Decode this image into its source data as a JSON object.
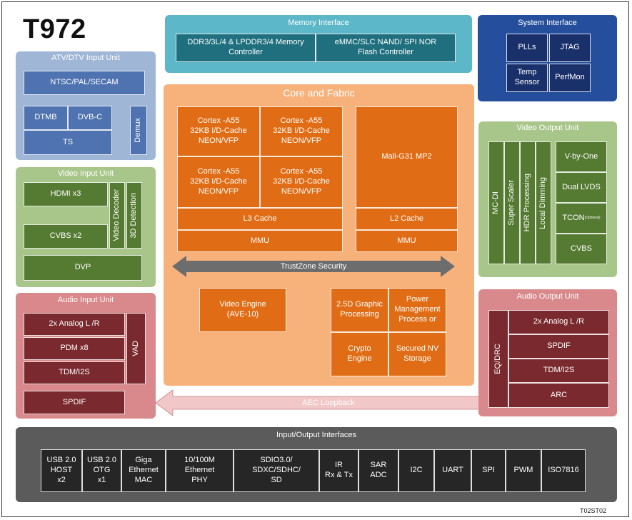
{
  "title": "T972",
  "footer_code": "T02ST02",
  "atv": {
    "title": "ATV/DTV Input Unit",
    "ntsc": "NTSC/PAL/SECAM",
    "dtmb": "DTMB",
    "dvbc": "DVB-C",
    "ts": "TS",
    "demux": "Demux"
  },
  "vin": {
    "title": "Video Input Unit",
    "hdmi": "HDMI x3",
    "cvbs": "CVBS x2",
    "decoder": "Video Decoder",
    "det3d": "3D Detection",
    "dvp": "DVP"
  },
  "ain": {
    "title": "Audio Input Unit",
    "analog": "2x Analog L /R",
    "pdm": "PDM x8",
    "tdm": "TDM/I2S",
    "vad": "VAD",
    "spdif": "SPDIF"
  },
  "mem": {
    "title": "Memory Interface",
    "ddr": "DDR3/3L/4 & LPDDR3/4 Memory\nController",
    "emmc": "eMMC/SLC NAND/ SPI NOR\nFlash Controller"
  },
  "sys": {
    "title": "System Interface",
    "plls": "PLLs",
    "jtag": "JTAG",
    "temp": "Temp\nSensor",
    "perfmon": "PerfMon"
  },
  "core": {
    "title": "Core and Fabric",
    "cpu": "Cortex -A55\n32KB I/D-Cache\nNEON/VFP",
    "l3": "L3 Cache",
    "mmu": "MMU",
    "gpu": "Mali-G31 MP2",
    "l2": "L2 Cache",
    "gpu_mmu": "MMU",
    "trustzone": "TrustZone Security",
    "video_engine": "Video Engine\n(AVE-10)",
    "graphic": "2.5D Graphic\nProcessing",
    "power": "Power\nManagement\nProcess or",
    "crypto": "Crypto\nEngine",
    "secured": "Secured NV\nStorage"
  },
  "vout": {
    "title": "Video Output Unit",
    "mcdi": "MC-DI",
    "scaler": "Super Scaler",
    "hdr": "HDR Processing",
    "dimming": "Local Dimming",
    "vbyone": "V-by-One",
    "lvds": "Dual LVDS",
    "tcon": "TCON",
    "tcon_opt": "(Optional)",
    "cvbs": "CVBS"
  },
  "aout": {
    "title": "Audio Output Unit",
    "eqdrc": "EQ/DRC",
    "analog": "2x Analog L /R",
    "spdif": "SPDIF",
    "tdm": "TDM/I2S",
    "arc": "ARC"
  },
  "aec": "AEC Loopback",
  "io": {
    "title": "Input/Output Interfaces",
    "items": [
      "USB 2.0\nHOST\nx2",
      "USB 2.0\nOTG\nx1",
      "Giga\nEthernet\nMAC",
      "10/100M\nEthernet\nPHY",
      "SDIO3.0/\nSDXC/SDHC/\nSD",
      "IR\nRx & Tx",
      "SAR\nADC",
      "I2C",
      "UART",
      "SPI",
      "PWM",
      "ISO7816"
    ]
  }
}
